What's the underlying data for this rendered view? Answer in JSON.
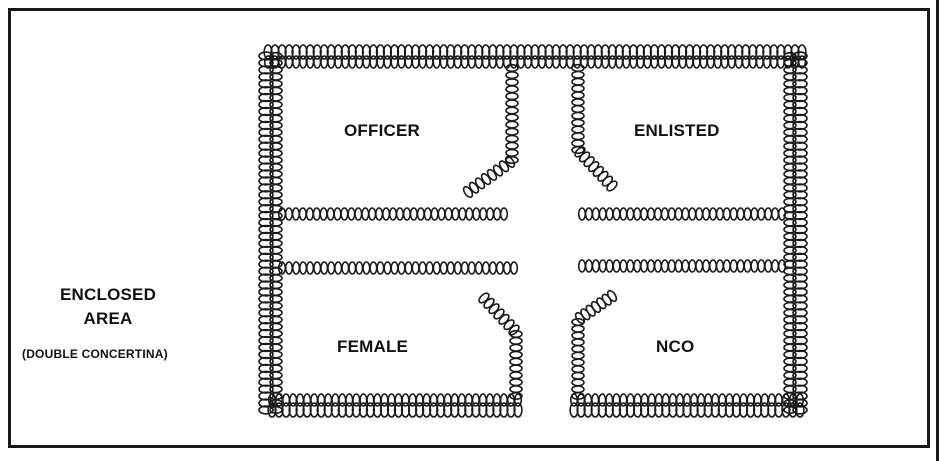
{
  "labels": {
    "officer": "OFFICER",
    "enlisted": "ENLISTED",
    "female": "FEMALE",
    "nco": "NCO"
  },
  "side": {
    "line1": "ENCLOSED",
    "line2": "AREA",
    "note": "(DOUBLE CONCERTINA)"
  },
  "colors": {
    "ink": "#1a1a1a"
  }
}
